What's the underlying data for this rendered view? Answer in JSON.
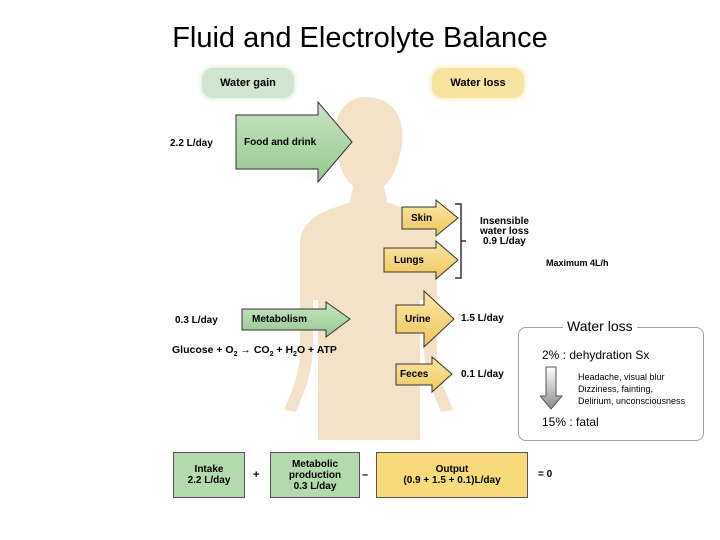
{
  "title": "Fluid and Electrolyte Balance",
  "header": {
    "gain_label": "Water gain",
    "loss_label": "Water loss"
  },
  "colors": {
    "gain": "#a9d4a4",
    "loss": "#f4d27a",
    "body": "#f4e2c8",
    "panel_border": "#a0a0a0"
  },
  "gain": {
    "food_amount": "2.2 L/day",
    "food_label": "Food and drink",
    "metabolism_amount": "0.3 L/day",
    "metabolism_label": "Metabolism",
    "reaction": {
      "glucose": "Glucose + O",
      "o_sub": "2",
      "arrow": " → CO",
      "co2_sub": "2",
      "h2o": " + H",
      "h2o_sub": "2",
      "atp": "O + ATP"
    }
  },
  "loss": {
    "skin_label": "Skin",
    "lungs_label": "Lungs",
    "insensible_label": [
      "Insensible",
      "water loss",
      "0.9 L/day"
    ],
    "urine_label": "Urine",
    "urine_amount": "1.5 L/day",
    "feces_label": "Feces",
    "feces_amount": "0.1 L/day",
    "max_note": "Maximum 4L/h"
  },
  "equation": {
    "intake": [
      "Intake",
      "2.2 L/day"
    ],
    "plus": "+",
    "metabolic": [
      "Metabolic",
      "production",
      "0.3 L/day"
    ],
    "minus": "–",
    "output": [
      "Output",
      "(0.9 + 1.5 + 0.1)L/day"
    ],
    "result": "= 0"
  },
  "panel": {
    "title": "Water loss",
    "line1": "2% : dehydration Sx",
    "symptoms": [
      "Headache, visual blur",
      "Dizziness, fainting,",
      "Delirium, unconsciousness"
    ],
    "line2": "15% : fatal"
  }
}
